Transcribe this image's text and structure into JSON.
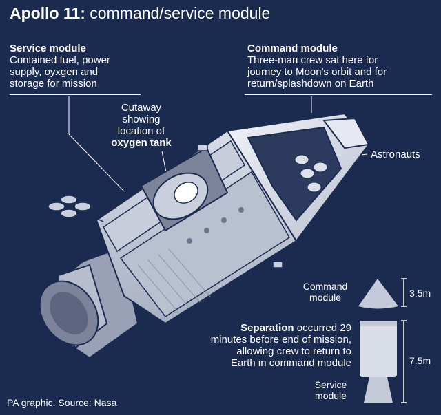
{
  "title": {
    "bold": "Apollo 11:",
    "rest": "command/service module"
  },
  "service_module": {
    "heading": "Service module",
    "lines": [
      "Contained fuel, power",
      "supply, oyxgen and",
      "storage for mission"
    ]
  },
  "command_module": {
    "heading": "Command module",
    "lines": [
      "Three-man crew sat here for",
      "journey to Moon's orbit and for",
      "return/splashdown on Earth"
    ]
  },
  "cutaway": {
    "lines": [
      "Cutaway",
      "showing",
      "location of"
    ],
    "bold": "oxygen tank"
  },
  "astronauts_label": "Astronauts",
  "separation": {
    "bold": "Separation",
    "line1_rest": " occurred 29",
    "lines": [
      "minutes before end of mission,",
      "allowing crew to return to",
      "Earth in command module"
    ]
  },
  "scale": {
    "command_label": [
      "Command",
      "module"
    ],
    "command_height": "3.5m",
    "service_label": [
      "Service",
      "module"
    ],
    "service_height": "7.5m"
  },
  "source": "PA graphic. Source: Nasa"
}
